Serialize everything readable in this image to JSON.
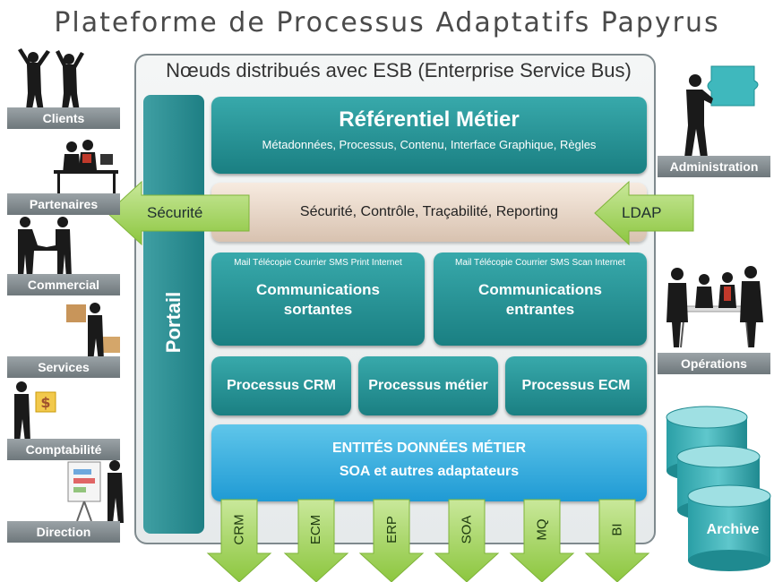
{
  "title": "Plateforme de Processus Adaptatifs Papyrus",
  "frame_title": "Nœuds distribués avec ESB (Enterprise Service Bus)",
  "portal": "Portail",
  "referentiel": {
    "title": "Référentiel Métier",
    "subtitle": "Métadonnées, Processus, Contenu, Interface Graphique, Règles"
  },
  "security_bar": "Sécurité, Contrôle, Traçabilité, Reporting",
  "left_arrow": "Sécurité",
  "right_arrow": "LDAP",
  "comm_out": {
    "channels": "Mail Télécopie Courrier SMS Print Internet",
    "line1": "Communications",
    "line2": "sortantes"
  },
  "comm_in": {
    "channels": "Mail Télécopie Courrier SMS Scan Internet",
    "line1": "Communications",
    "line2": "entrantes"
  },
  "processes": [
    "Processus CRM",
    "Processus métier",
    "Processus ECM"
  ],
  "entities": {
    "line1": "ENTITÉS DONNÉES MÉTIER",
    "line2": "SOA et autres adaptateurs"
  },
  "adapters": [
    "CRM",
    "ECM",
    "ERP",
    "SOA",
    "MQ",
    "BI"
  ],
  "left_roles": [
    "Clients",
    "Partenaires",
    "Commercial",
    "Services",
    "Comptabilité",
    "Direction"
  ],
  "right_roles": [
    "Administration",
    "Opérations",
    "Archive"
  ],
  "colors": {
    "teal": "#1a7f82",
    "green_arrow": "#8cc63f",
    "blue": "#1f9ad4",
    "gray_label": "#6e777b"
  }
}
